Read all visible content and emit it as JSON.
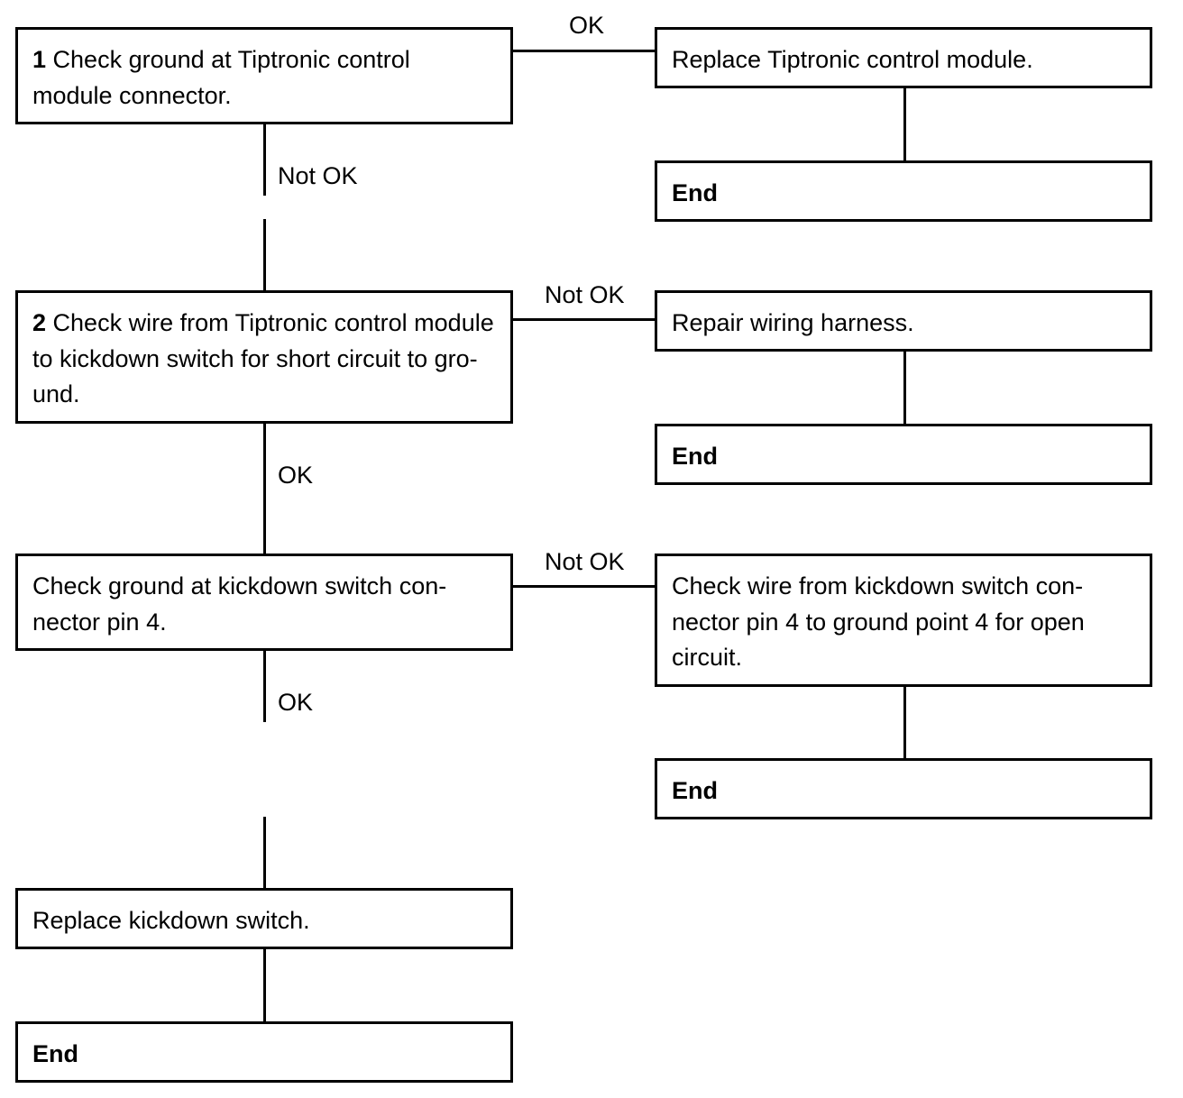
{
  "steps": {
    "step1": {
      "number": "1",
      "text": "Check ground at Tiptronic control module connector."
    },
    "step2": {
      "number": "2",
      "text": "Check wire from Tiptronic control module to kickdown switch for short circuit to gro-und."
    },
    "step3": {
      "text": "Check ground at kickdown switch con-nector pin 4."
    },
    "replace_kickdown": {
      "text": "Replace kickdown switch."
    },
    "end_left": {
      "text": "End"
    }
  },
  "branches": {
    "replace_module": {
      "text": "Replace Tiptronic control module."
    },
    "end_1": {
      "text": "End"
    },
    "repair_harness": {
      "text": "Repair wiring harness."
    },
    "end_2": {
      "text": "End"
    },
    "check_open_circuit": {
      "text": "Check wire from kickdown switch con-nector pin 4 to ground point 4 for open circuit."
    },
    "end_3": {
      "text": "End"
    }
  },
  "labels": {
    "step1_ok": "OK",
    "step1_not_ok": "Not OK",
    "step2_not_ok": "Not OK",
    "step2_ok": "OK",
    "step3_not_ok": "Not OK",
    "step3_ok": "OK"
  }
}
